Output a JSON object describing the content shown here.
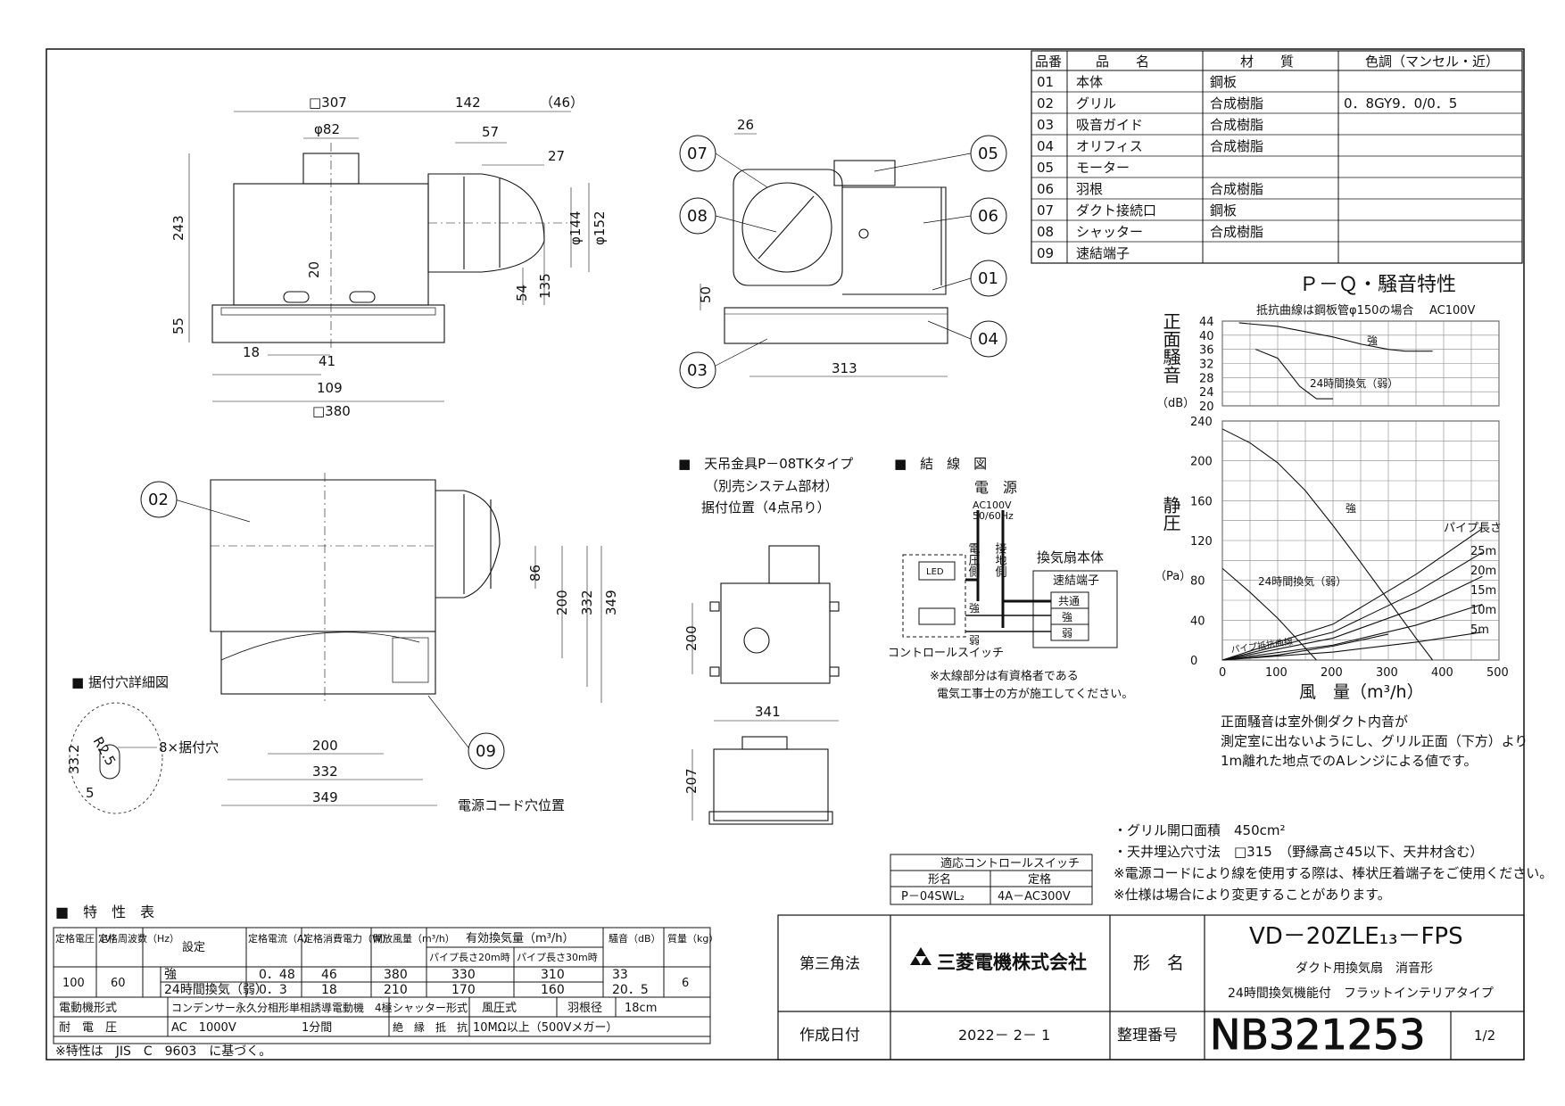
{
  "parts_table": {
    "headers": [
      "品番",
      "品　　名",
      "材　　質",
      "色調（マンセル・近）"
    ],
    "rows": [
      [
        "01",
        "本体",
        "鋼板",
        ""
      ],
      [
        "02",
        "グリル",
        "合成樹脂",
        "0．8GY9．0/0．5"
      ],
      [
        "03",
        "吸音ガイド",
        "合成樹脂",
        ""
      ],
      [
        "04",
        "オリフィス",
        "合成樹脂",
        ""
      ],
      [
        "05",
        "モーター",
        "",
        ""
      ],
      [
        "06",
        "羽根",
        "合成樹脂",
        ""
      ],
      [
        "07",
        "ダクト接続口",
        "鋼板",
        ""
      ],
      [
        "08",
        "シャッター",
        "合成樹脂",
        ""
      ],
      [
        "09",
        "速結端子",
        "",
        ""
      ]
    ]
  },
  "front_view": {
    "dims": [
      "□307",
      "142",
      "（46）",
      "φ82",
      "57",
      "27",
      "243",
      "φ144",
      "φ152",
      "20",
      "54",
      "135",
      "55",
      "18",
      "41",
      "109",
      "□380"
    ]
  },
  "side_view": {
    "dims": [
      "26",
      "50",
      "313"
    ],
    "callouts": [
      "07",
      "08",
      "03",
      "05",
      "06",
      "01",
      "04"
    ]
  },
  "bottom_view": {
    "dims": [
      "86",
      "200",
      "332",
      "349",
      "200",
      "332",
      "349"
    ],
    "callouts": [
      "02",
      "09"
    ],
    "cord_label": "電源コード穴位置"
  },
  "mount_detail": {
    "title": "■ 据付穴詳細図",
    "dims": [
      "33.2",
      "R2.5",
      "5"
    ],
    "hole_label": "8×据付穴"
  },
  "hanger": {
    "title": "■　天吊金具P－08TKタイプ",
    "sub1": "（別売システム部材）",
    "sub2": "据付位置（4点吊り）",
    "dims": [
      "200",
      "341",
      "207"
    ]
  },
  "wiring": {
    "title": "■　結　線　図",
    "power": "電　源",
    "power_spec1": "AC100V",
    "power_spec2": "50/60Hz",
    "pressure_side": "電圧側",
    "ground_side": "接地側",
    "unit_label": "換気扇本体",
    "terminal_label": "速結端子",
    "terminals": [
      "共通",
      "強",
      "弱"
    ],
    "switch_label": "コントロールスイッチ",
    "led": "LED",
    "strong": "強",
    "weak": "弱",
    "note1": "※太線部分は有資格者である",
    "note2": "電気工事士の方が施工してください。"
  },
  "chart_title": "Ｐ－Ｑ・騒音特性",
  "chart_data": [
    {
      "type": "line",
      "title": "",
      "note": "抵抗曲線は鋼板管φ150の場合",
      "voltage": "AC100V",
      "ylabel": "正面騒音",
      "yunit": "（dB）",
      "ylim": [
        20,
        44
      ],
      "yticks": [
        20,
        24,
        28,
        32,
        36,
        40,
        44
      ],
      "xlim": [
        0,
        500
      ],
      "series": [
        {
          "name": "強",
          "x": [
            30,
            100,
            200,
            250,
            300,
            330,
            380
          ],
          "y": [
            43.5,
            42.5,
            39.5,
            37.5,
            36,
            35.5,
            35.5
          ]
        },
        {
          "name": "24時間換気（弱）",
          "x": [
            60,
            100,
            140,
            170,
            200
          ],
          "y": [
            36,
            33.5,
            25.5,
            22,
            22
          ]
        }
      ]
    },
    {
      "type": "line",
      "ylabel": "静圧",
      "yunit": "（Pa）",
      "xlabel": "風　量（m³/h）",
      "ylim": [
        0,
        240
      ],
      "yticks": [
        0,
        40,
        80,
        120,
        160,
        200,
        240
      ],
      "xlim": [
        0,
        500
      ],
      "xticks": [
        0,
        100,
        200,
        300,
        400,
        500
      ],
      "series": [
        {
          "name": "強",
          "x": [
            0,
            50,
            100,
            150,
            200,
            250,
            300,
            350,
            380
          ],
          "y": [
            232,
            218,
            198,
            170,
            135,
            98,
            60,
            22,
            0
          ]
        },
        {
          "name": "24時間換気（弱）",
          "x": [
            0,
            50,
            100,
            150,
            170
          ],
          "y": [
            92,
            68,
            42,
            12,
            0
          ]
        },
        {
          "name": "パイプ抵抗曲線",
          "x": [
            0,
            100,
            200,
            300
          ],
          "y": [
            0,
            5,
            14,
            26
          ]
        },
        {
          "name": "5m",
          "x": [
            0,
            200,
            350,
            470
          ],
          "y": [
            0,
            8,
            18,
            28
          ]
        },
        {
          "name": "10m",
          "x": [
            0,
            200,
            350,
            470
          ],
          "y": [
            0,
            15,
            35,
            56
          ]
        },
        {
          "name": "15m",
          "x": [
            0,
            200,
            350,
            470
          ],
          "y": [
            0,
            22,
            52,
            84
          ]
        },
        {
          "name": "20m",
          "x": [
            0,
            200,
            350,
            470
          ],
          "y": [
            0,
            28,
            68,
            108
          ]
        },
        {
          "name": "25m",
          "x": [
            0,
            200,
            350,
            470
          ],
          "y": [
            0,
            36,
            86,
            132
          ]
        }
      ],
      "pipe_legend": "パイプ長さ",
      "pipe_curve_label": "パイプ抵抗曲線"
    }
  ],
  "chart_notes": [
    "正面騒音は室外側ダクト内音が",
    "測定室に出ないようにし、グリル正面（下方）より",
    "1m離れた地点でのAレンジによる値です。"
  ],
  "spec_notes": [
    "・グリル開口面積　450cm²",
    "・天井埋込穴寸法　□315　（野縁高さ45以下、天井材含む）",
    "※電源コードにより線を使用する際は、棒状圧着端子をご使用ください。",
    "※仕様は場合により変更することがあります。"
  ],
  "switch_table": {
    "title": "適応コントロールスイッチ",
    "headers": [
      "形名",
      "定格"
    ],
    "row": [
      "P－04SWL₂",
      "4A－AC300V"
    ]
  },
  "characteristics": {
    "title": "■　特　性　表",
    "headers": {
      "voltage": "定格電圧（V）",
      "freq": "定格周波数（Hz）",
      "setting": "設定",
      "current": "定格電流（A）",
      "power": "定格消費電力（W）",
      "airflow": "開放風量（m³/h）",
      "effective": "有効換気量（m³/h）",
      "pipe20": "パイプ長さ20m時",
      "pipe30": "パイプ長さ30m時",
      "noise": "騒音（dB）",
      "mass": "質量（kg）"
    },
    "voltage": "100",
    "freq": "60",
    "mass": "6",
    "rows": [
      {
        "setting": "強",
        "current": "0．48",
        "power": "46",
        "airflow": "380",
        "pipe20": "330",
        "pipe30": "310",
        "noise": "33"
      },
      {
        "setting": "24時間換気（弱）",
        "current": "0．3",
        "power": "18",
        "airflow": "210",
        "pipe20": "170",
        "pipe30": "160",
        "noise": "20．5"
      }
    ],
    "motor_label": "電動機形式",
    "motor_value": "コンデンサー永久分相形単相誘導電動機　4極",
    "shutter_label": "シャッター形式",
    "shutter_value": "風圧式",
    "blade_label": "羽根径",
    "blade_value": "18cm",
    "withstand_label": "耐　電　圧",
    "withstand_value": "AC　1000V",
    "withstand_time": "1分間",
    "insulation_label": "絶　縁　抵　抗",
    "insulation_value": "10MΩ以上（500Vメガー）",
    "footnote": "※特性は　JIS　C　9603　に基づく。"
  },
  "title_block": {
    "projection": "第三角法",
    "company": "三菱電機株式会社",
    "model_label": "形　名",
    "model": "VD－20ZLE₁₃－FPS",
    "desc1": "ダクト用換気扇　消音形",
    "desc2": "24時間換気機能付　フラットインテリアタイプ",
    "date_label": "作成日付",
    "date": "2022－ 2－ 1",
    "number_label": "整理番号",
    "number": "NB321253",
    "page": "1/2"
  }
}
